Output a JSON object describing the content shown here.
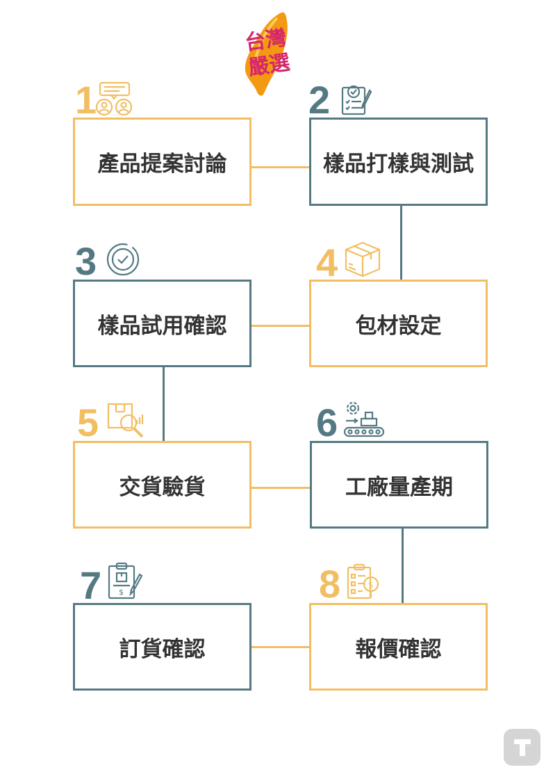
{
  "logo": {
    "text": "台灣嚴選"
  },
  "colors": {
    "accent_yellow": "#F2BE63",
    "accent_slate": "#557983",
    "text": "#333333"
  },
  "steps": [
    {
      "number": "1",
      "label": "產品提案討論",
      "icon": "discussion-people-icon"
    },
    {
      "number": "2",
      "label": "樣品打樣與測試",
      "icon": "checklist-review-icon"
    },
    {
      "number": "3",
      "label": "樣品試用確認",
      "icon": "check-circle-icon"
    },
    {
      "number": "4",
      "label": "包材設定",
      "icon": "package-box-icon"
    },
    {
      "number": "5",
      "label": "交貨驗貨",
      "icon": "inspection-magnifier-icon"
    },
    {
      "number": "6",
      "label": "工廠量產期",
      "icon": "factory-conveyor-icon"
    },
    {
      "number": "7",
      "label": "訂貨確認",
      "icon": "order-clipboard-icon"
    },
    {
      "number": "8",
      "label": "報價確認",
      "icon": "quotation-list-icon"
    }
  ],
  "corner_badge": {
    "icon": "t-badge-icon"
  }
}
